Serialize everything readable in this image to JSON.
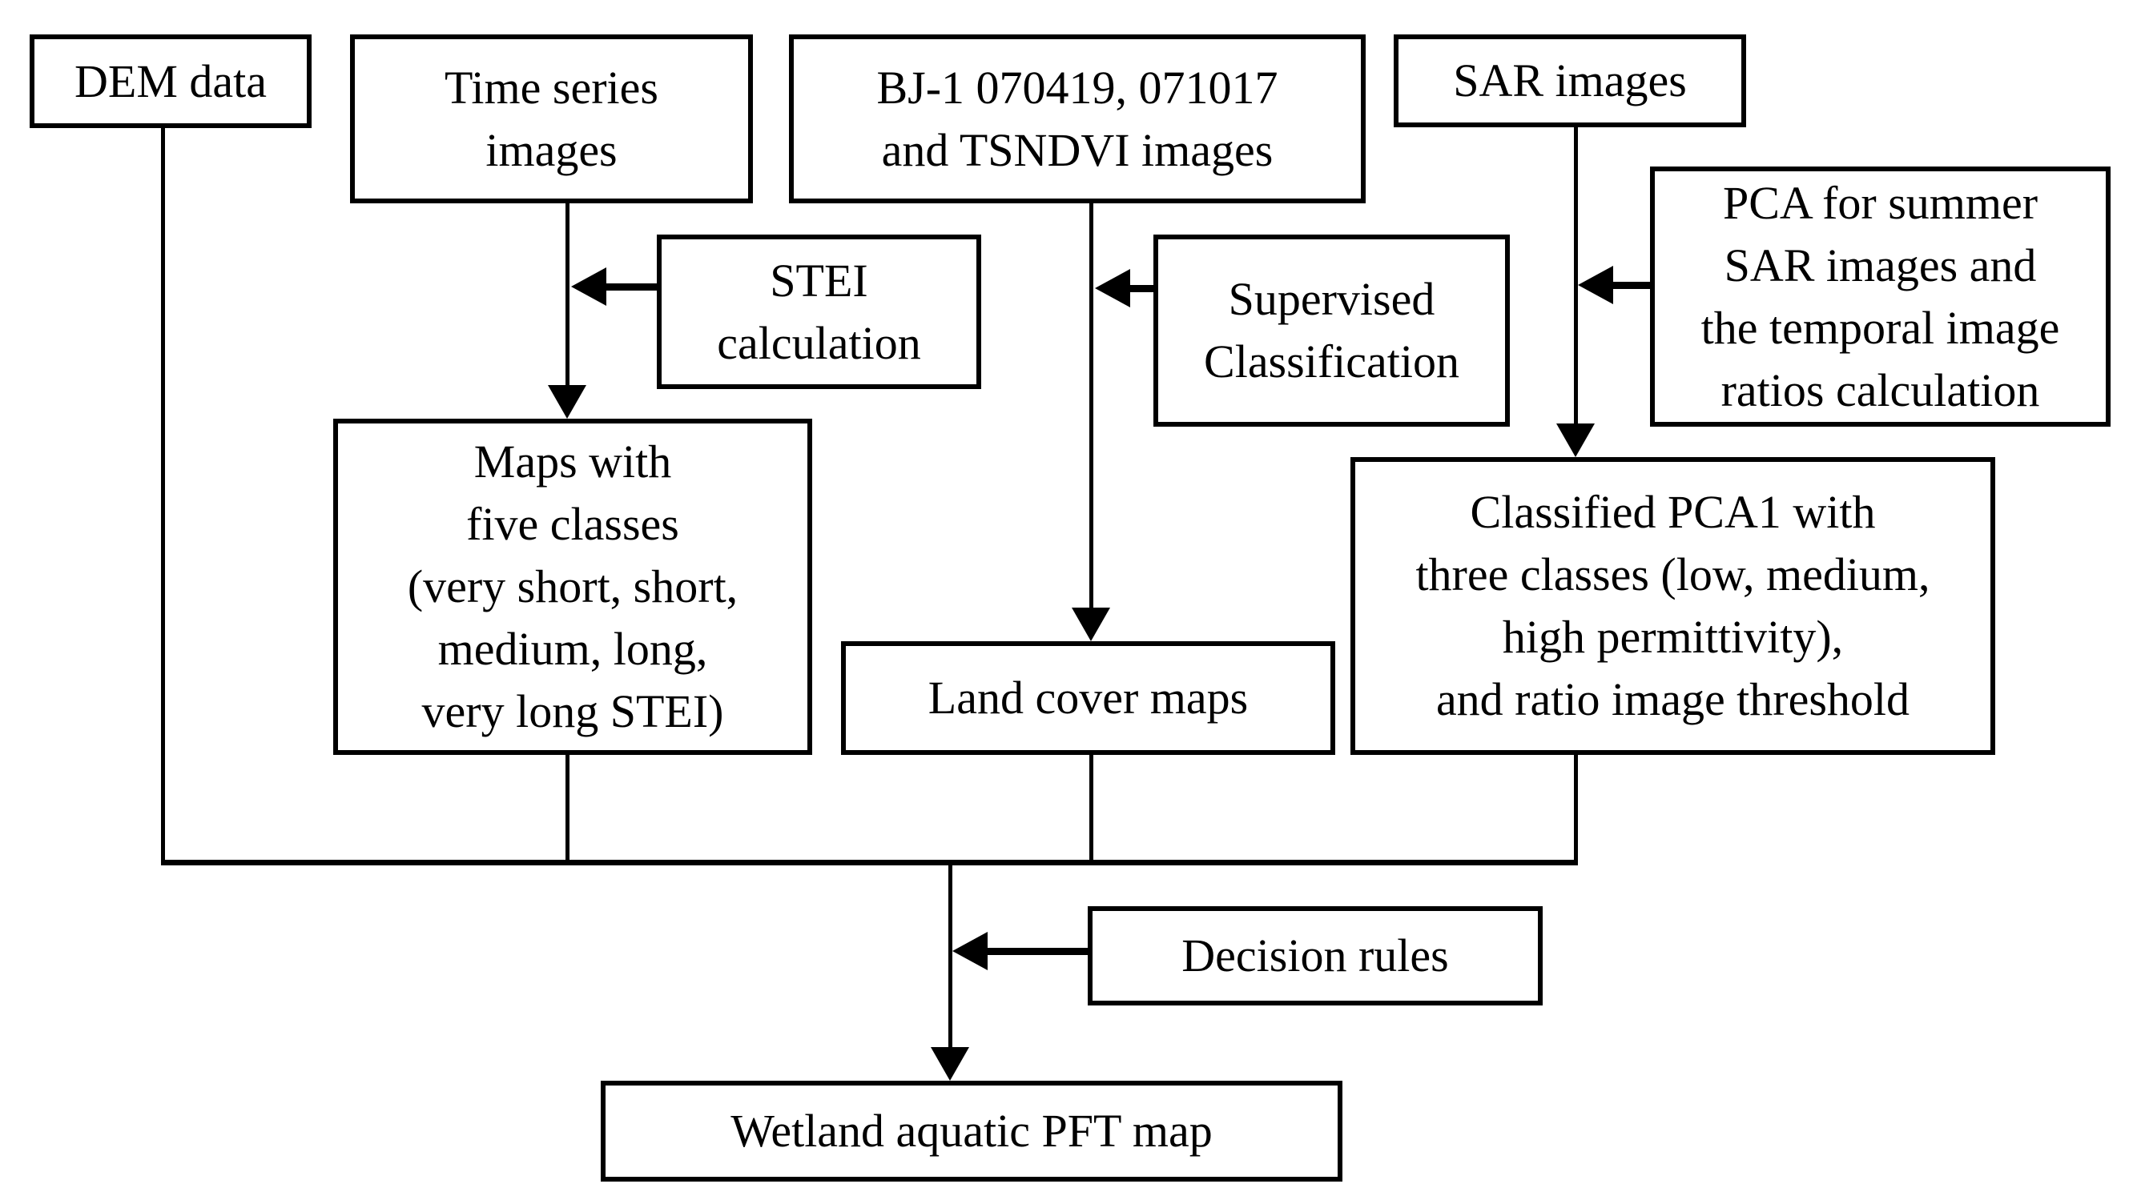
{
  "diagram": {
    "type": "flowchart",
    "colors": {
      "ink": "#000000",
      "background": "#ffffff"
    },
    "nodes": {
      "dem": {
        "lines": [
          "DEM data"
        ]
      },
      "time_series": {
        "lines": [
          "Time series",
          "images"
        ]
      },
      "bj1": {
        "lines": [
          "BJ-1 070419, 071017",
          "and TSNDVI images"
        ]
      },
      "sar": {
        "lines": [
          "SAR images"
        ]
      },
      "pca": {
        "lines": [
          "PCA for summer",
          "SAR images and",
          "the temporal image",
          "ratios calculation"
        ]
      },
      "stei": {
        "lines": [
          "STEI",
          "calculation"
        ]
      },
      "supervised": {
        "lines": [
          "Supervised",
          "Classification"
        ]
      },
      "maps_five": {
        "lines": [
          "Maps with",
          "five classes",
          "(very short, short,",
          "medium, long,",
          "very long STEI)"
        ]
      },
      "land_cover": {
        "lines": [
          "Land cover maps"
        ]
      },
      "classified": {
        "lines": [
          "Classified PCA1 with",
          "three classes (low, medium,",
          "high permittivity),",
          "and ratio image threshold"
        ]
      },
      "decision": {
        "lines": [
          "Decision rules"
        ]
      },
      "wetland": {
        "lines": [
          "Wetland aquatic PFT map"
        ]
      }
    },
    "edges": [
      {
        "from": "dem",
        "to": "merge_line",
        "arrow": false
      },
      {
        "from": "time_series",
        "to": "maps_five",
        "arrow": true
      },
      {
        "from": "stei",
        "to": "time_series_maps_line",
        "arrow": true
      },
      {
        "from": "bj1",
        "to": "land_cover",
        "arrow": true
      },
      {
        "from": "supervised",
        "to": "bj1_land_cover_line",
        "arrow": true
      },
      {
        "from": "sar",
        "to": "classified",
        "arrow": true
      },
      {
        "from": "pca",
        "to": "sar_classified_line",
        "arrow": true
      },
      {
        "from": "maps_five",
        "to": "merge_line",
        "arrow": false
      },
      {
        "from": "land_cover",
        "to": "merge_line",
        "arrow": false
      },
      {
        "from": "classified",
        "to": "merge_line",
        "arrow": false
      },
      {
        "from": "merge_line",
        "to": "wetland",
        "arrow": true
      },
      {
        "from": "decision",
        "to": "merge_wetland_line",
        "arrow": true
      }
    ]
  }
}
